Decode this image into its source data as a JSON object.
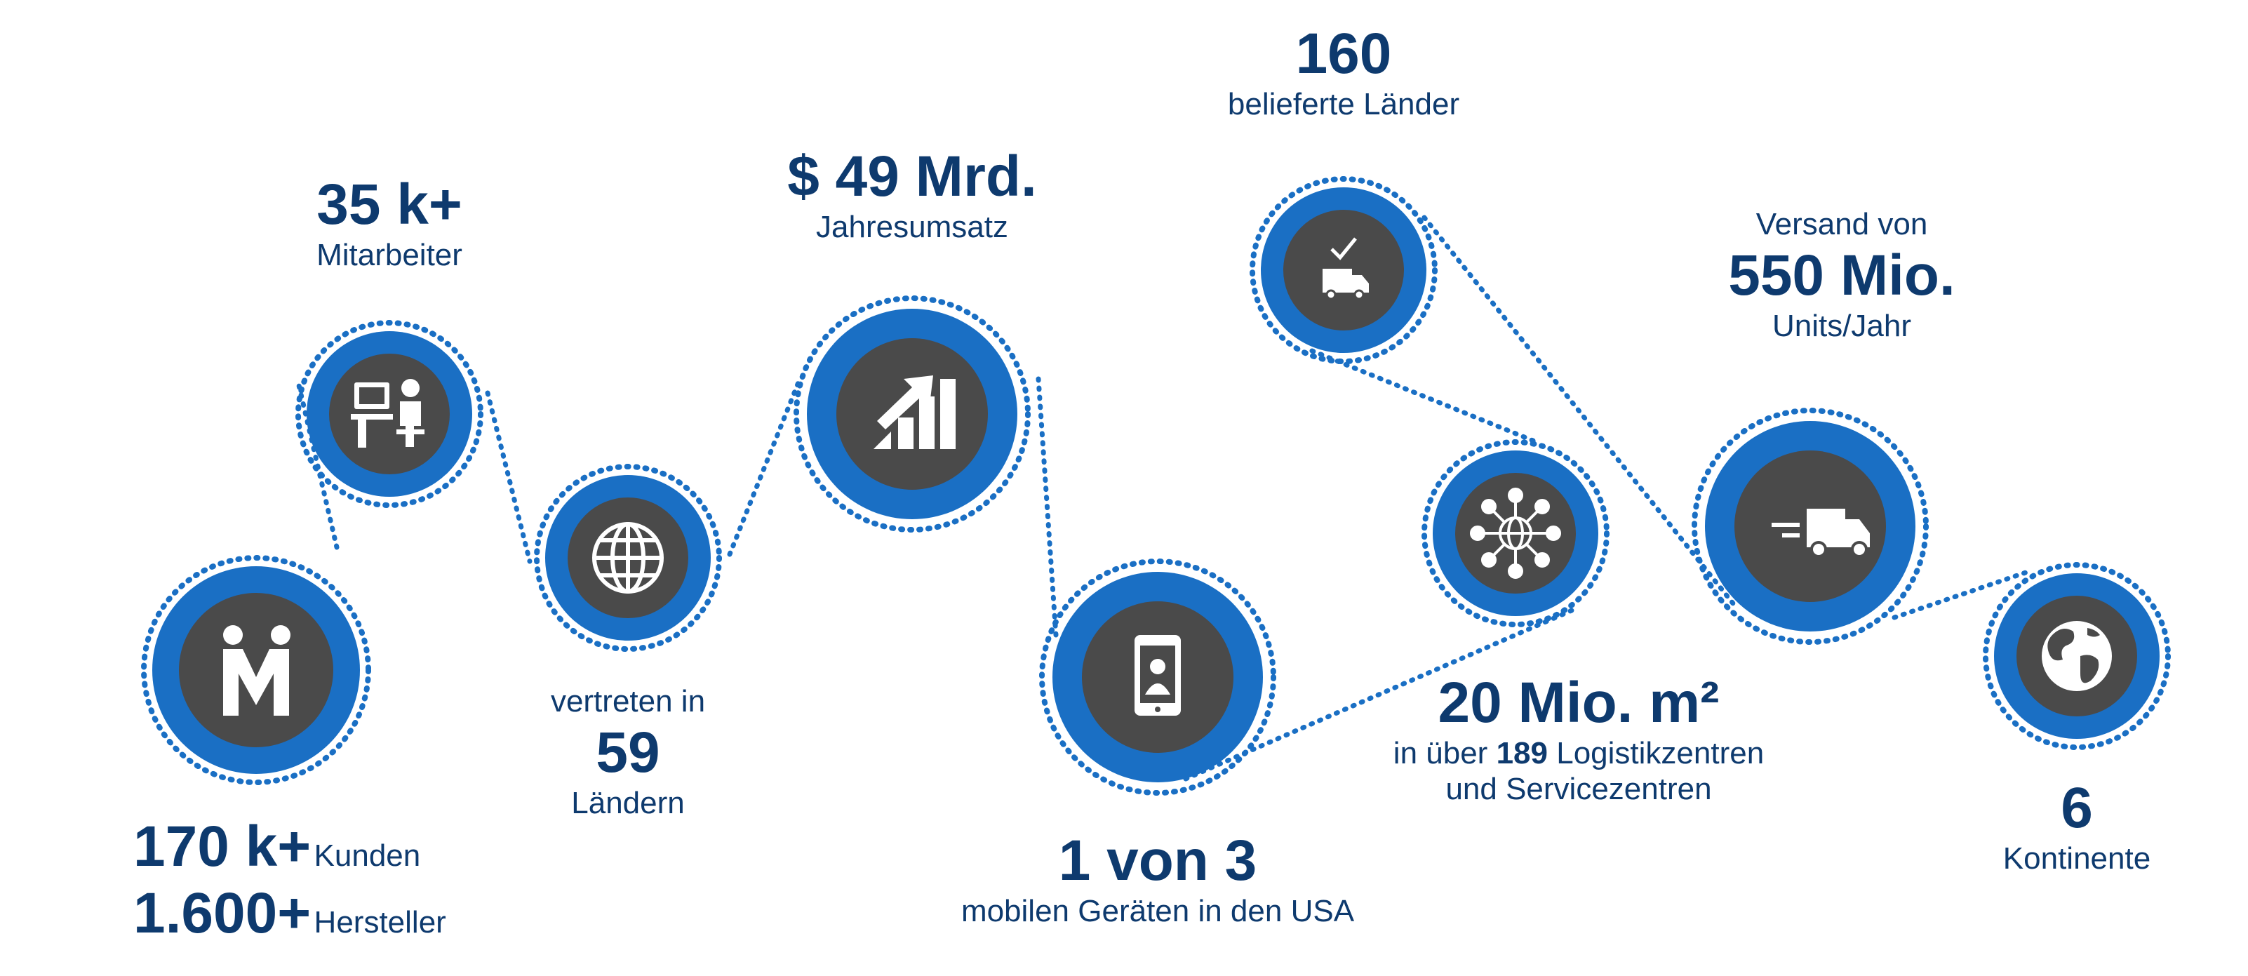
{
  "colors": {
    "navy": "#0e3a6e",
    "ring_blue": "#1a6fc4",
    "dot_blue": "#1a6fc4",
    "icon_bg": "#4a4a4a",
    "icon_fg": "#ffffff"
  },
  "stats": {
    "kunden": {
      "value": "170 k+",
      "label": "Kunden"
    },
    "hersteller": {
      "value": "1.600+",
      "label": "Hersteller"
    },
    "mitarbeiter": {
      "value": "35 k+",
      "label": "Mitarbeiter"
    },
    "laender59": {
      "prefix": "vertreten in",
      "value": "59",
      "label": "Ländern"
    },
    "umsatz": {
      "value": "$ 49 Mrd.",
      "label": "Jahresumsatz"
    },
    "mobile": {
      "value": "1 von 3",
      "label": "mobilen Geräten in den USA"
    },
    "laender160": {
      "value": "160",
      "label": "belieferte Länder"
    },
    "flaeche": {
      "value": "20 Mio. m²",
      "label_pre": "in über",
      "label_num": "189",
      "label_post": "Logistikzentren",
      "label_line2": "und Servicezentren"
    },
    "versand": {
      "prefix": "Versand von",
      "value": "550 Mio.",
      "label": "Units/Jahr"
    },
    "kontinente": {
      "value": "6",
      "label": "Kontinente"
    }
  },
  "icons": [
    "handshake-people-icon",
    "office-worker-icon",
    "globe-grid-icon",
    "growth-chart-icon",
    "smartphone-contact-icon",
    "delivery-check-icon",
    "network-globe-icon",
    "fast-truck-icon",
    "earth-icon"
  ]
}
